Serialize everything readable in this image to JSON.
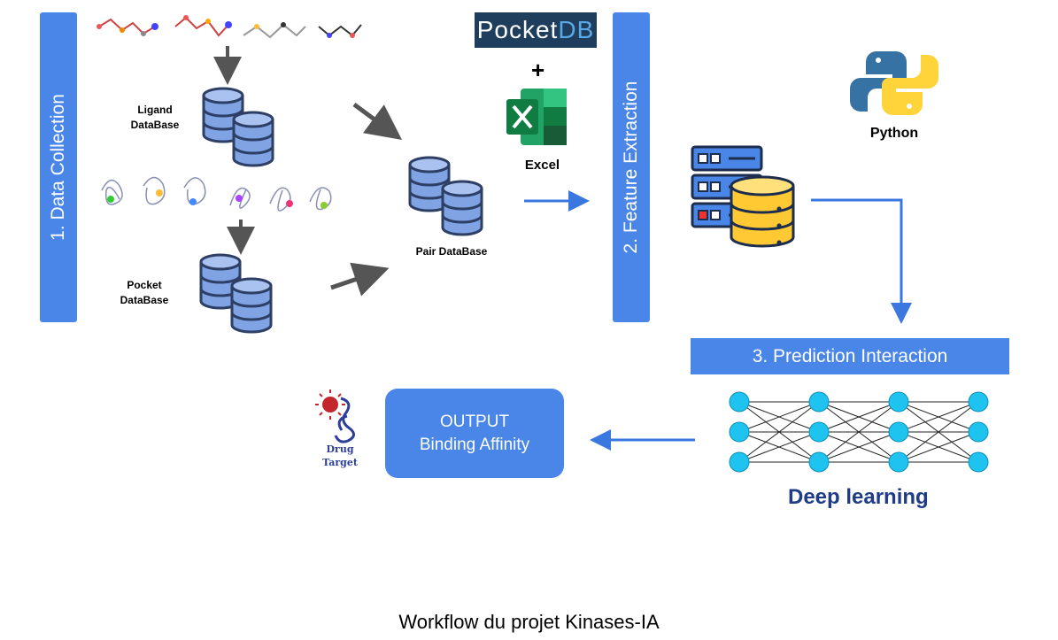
{
  "stages": {
    "data_collection": "1. Data Collection",
    "feature_extraction": "2. Feature Extraction",
    "prediction_interaction": "3. Prediction Interaction"
  },
  "labels": {
    "ligand_db_line1": "Ligand",
    "ligand_db_line2": "DataBase",
    "pocket_db_line1": "Pocket",
    "pocket_db_line2": "DataBase",
    "pair_db": "Pair DataBase",
    "excel": "Excel",
    "python": "Python",
    "plus": "+",
    "deep_learning": "Deep learning",
    "drug_target_line1": "Drug",
    "drug_target_line2": "Target"
  },
  "pocketdb_logo": {
    "part1": "Pocket",
    "part2": "DB"
  },
  "output": {
    "line1": "OUTPUT",
    "line2": "Binding Affinity"
  },
  "caption": "Workflow du projet Kinases-IA",
  "colors": {
    "accent": "#4a86e8",
    "db_fill": "#7fa3e3",
    "db_stroke": "#2e3f66",
    "neuron": "#1ec3f0",
    "deep_text": "#1f3c88"
  },
  "icons": [
    "database-icon",
    "server-icon",
    "python-logo-icon",
    "excel-logo-icon",
    "neural-network-icon",
    "drug-target-icon",
    "molecule-icon",
    "protein-icon"
  ]
}
